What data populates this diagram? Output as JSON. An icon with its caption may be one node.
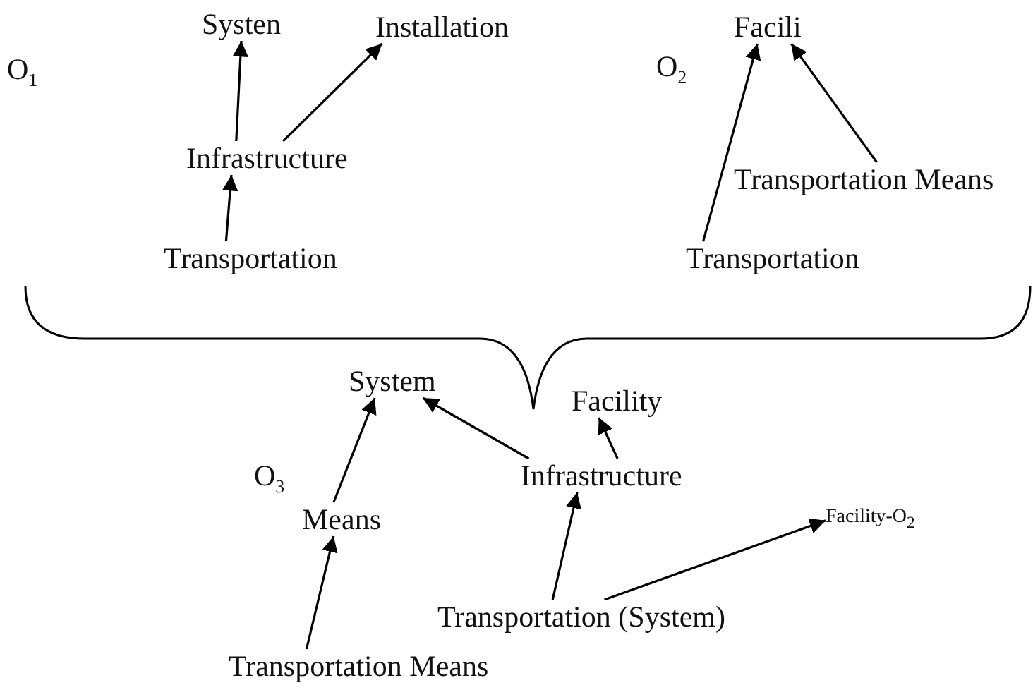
{
  "diagram": {
    "nodes": [
      {
        "text": [
          "Systen"
        ]
      },
      {
        "text": [
          "Installation"
        ]
      },
      {
        "text": [
          "Infrastructure"
        ]
      },
      {
        "text": [
          "Transportation"
        ]
      },
      {
        "text": [
          "Facili"
        ]
      },
      {
        "text": [
          "Transportation Means"
        ]
      },
      {
        "text": [
          "Transportation"
        ]
      },
      {
        "text": [
          "System"
        ]
      },
      {
        "text": [
          "Facility"
        ]
      },
      {
        "text": [
          "Means"
        ]
      },
      {
        "text": [
          "Infrastructure"
        ]
      },
      {
        "text": [
          "Facility-O$_{2}$"
        ]
      },
      {
        "text": [
          "Transportation (System)"
        ]
      },
      {
        "text": [
          "Transportation Means"
        ]
      }
    ],
    "edges": [
      {
        "from": 2,
        "to": 0,
        "arrow": "to"
      },
      {
        "from": 2,
        "to": 1,
        "arrow": "to"
      },
      {
        "from": 3,
        "to": 2,
        "arrow": "to"
      },
      {
        "from": 6,
        "to": 4,
        "arrow": "to"
      },
      {
        "from": 5,
        "to": 4,
        "arrow": "to"
      },
      {
        "from": 9,
        "to": 7,
        "arrow": "to"
      },
      {
        "from": 10,
        "to": 7,
        "arrow": "to"
      },
      {
        "from": 10,
        "to": 8,
        "arrow": "to"
      },
      {
        "from": 13,
        "to": 9,
        "arrow": "to"
      },
      {
        "from": 12,
        "to": 10,
        "arrow": "to"
      },
      {
        "from": 12,
        "to": 11,
        "arrow": "to"
      }
    ],
    "labels": [
      "O$_{1}$",
      "O$_{2}$",
      "O$_{3}$"
    ]
  }
}
